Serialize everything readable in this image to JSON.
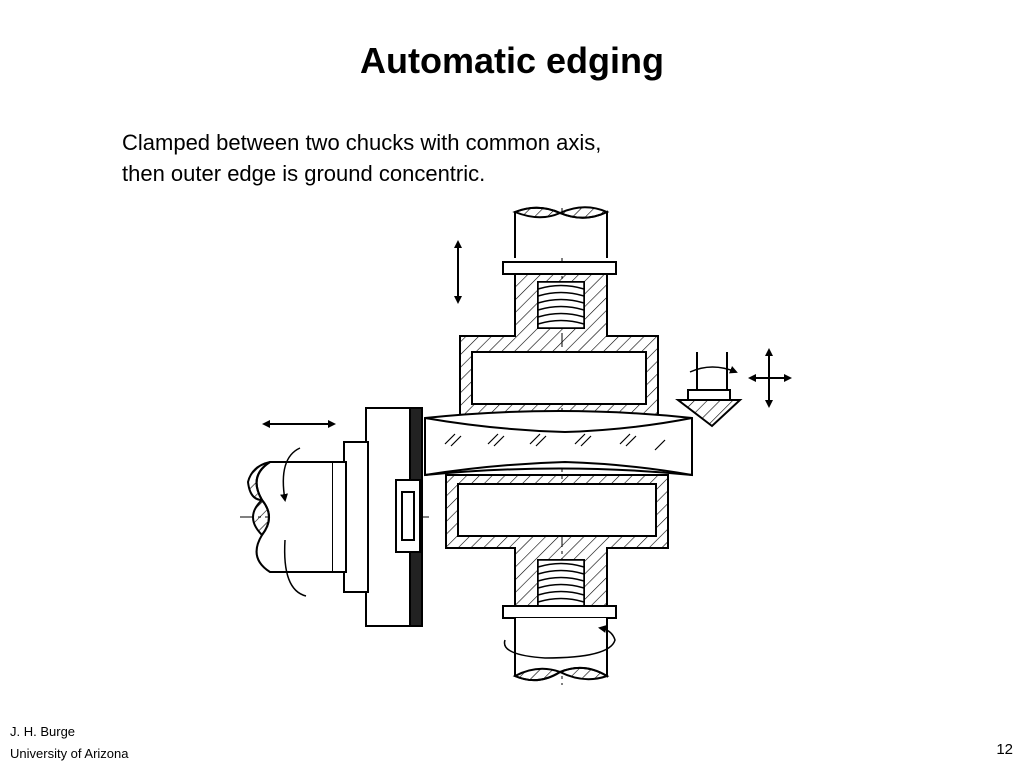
{
  "slide": {
    "title": "Automatic edging",
    "body_lines": [
      "Clamped between two chucks with common axis,",
      "then outer edge is ground concentric."
    ]
  },
  "footer": {
    "author": "J. H. Burge",
    "institution": "University of Arizona",
    "page_number": "12"
  },
  "diagram": {
    "components": [
      "upper-spindle",
      "upper-chuck",
      "lens-blank",
      "lower-chuck",
      "lower-spindle",
      "grinding-wheel",
      "wheel-spindle",
      "edge-tool"
    ],
    "motion_indicators": [
      "vertical-double-arrow",
      "horizontal-double-arrow",
      "cross-arrows",
      "rotation-arrows"
    ],
    "colors": {
      "ink": "#000000",
      "paper": "#ffffff"
    }
  }
}
